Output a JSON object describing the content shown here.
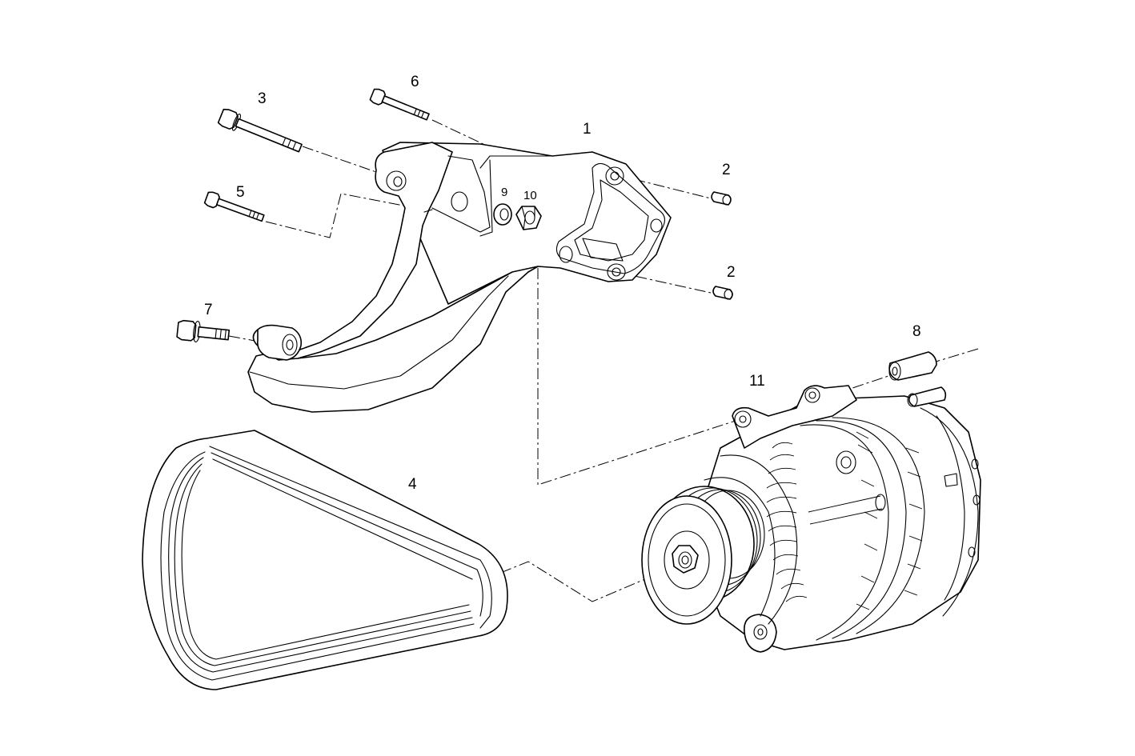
{
  "callouts": {
    "bracket": "1",
    "bushing_upper": "2",
    "bushing_lower": "2",
    "bolt_long": "3",
    "belt": "4",
    "bolt_mid": "5",
    "bolt_top": "6",
    "bolt_short": "7",
    "sleeve": "8",
    "washer": "9",
    "nut": "10",
    "alternator": "11"
  },
  "colors": {
    "line": "#000000",
    "background": "#ffffff"
  }
}
